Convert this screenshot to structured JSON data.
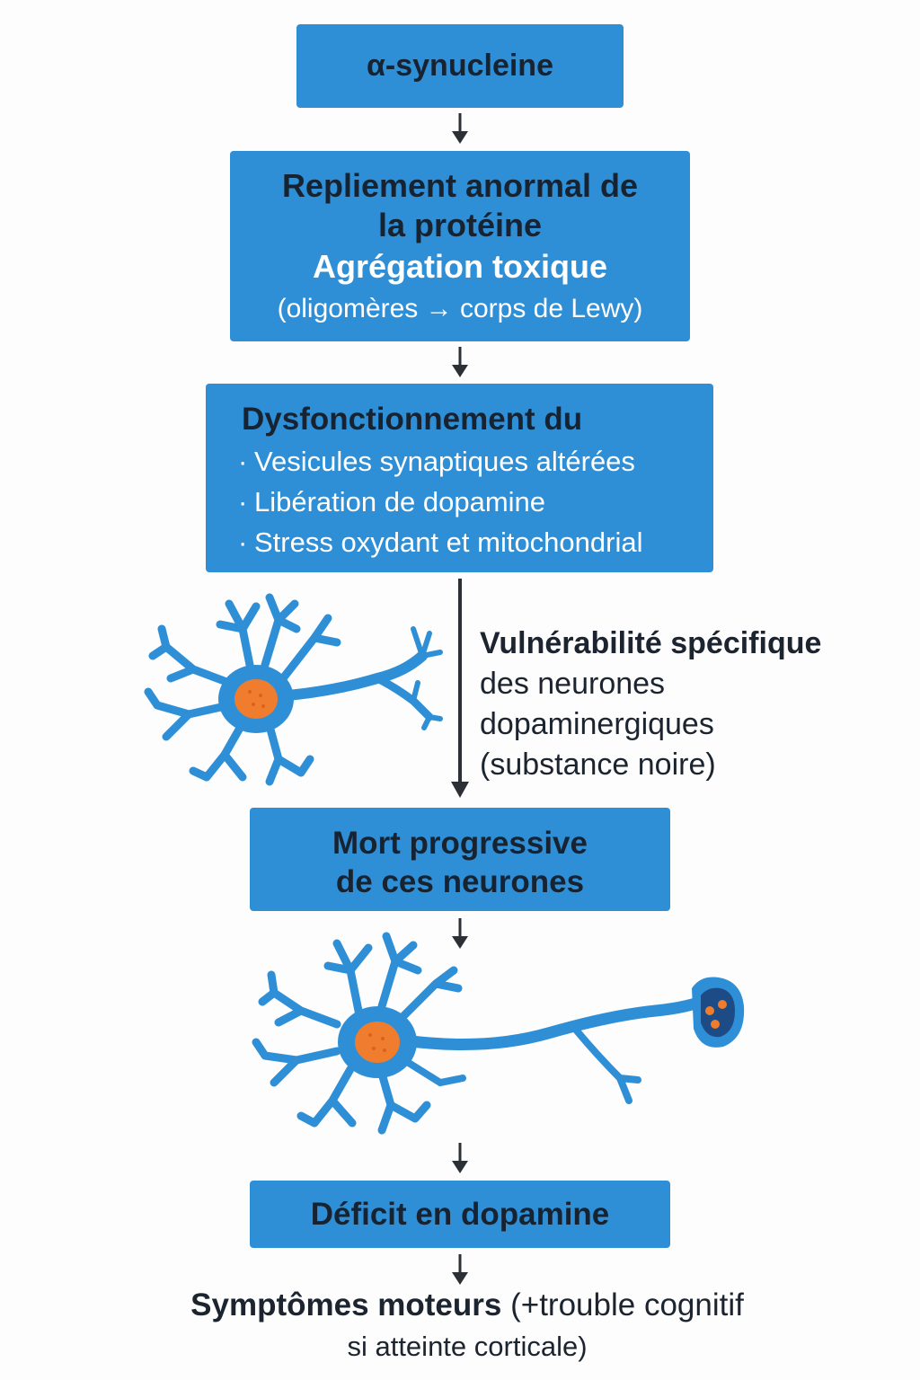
{
  "colors": {
    "box_fill": "#2f8fd6",
    "box_text_dark": "#182332",
    "box_text_light": "#ffffff",
    "arrow": "#2b2f36",
    "neuron_body": "#2f8fd6",
    "nucleus": "#f07d2e",
    "terminal_vesicle_bg": "#1c4b86"
  },
  "boxes": {
    "b1": {
      "text": "α-synucleine"
    },
    "b2": {
      "line1": "Repliement anormal de",
      "line2": "la protéine",
      "line3": "Agrégation toxique",
      "line4": "(oligomères → corps de Lewy)"
    },
    "b3": {
      "title": "Dysfonctionnement du",
      "bullets": [
        "Vesicules synaptiques altérées",
        "Libération de dopamine",
        "Stress oxydant et mitochondrial"
      ]
    },
    "b4": {
      "line1": "Mort progressive",
      "line2": "de ces neurones"
    },
    "b5": {
      "text": "Déficit en dopamine"
    }
  },
  "side_note": {
    "line1": "Vulnérabilité spécifique",
    "line2": "des neurones",
    "line3": "dopaminergiques",
    "line4": "(substance noire)"
  },
  "final": {
    "strong": "Symptômes moteurs",
    "paren": "(+trouble cognitif",
    "line2": "si atteinte corticale)"
  },
  "icons": [
    "neuron-icon",
    "neuron-with-terminal-icon",
    "down-arrow-icon"
  ]
}
